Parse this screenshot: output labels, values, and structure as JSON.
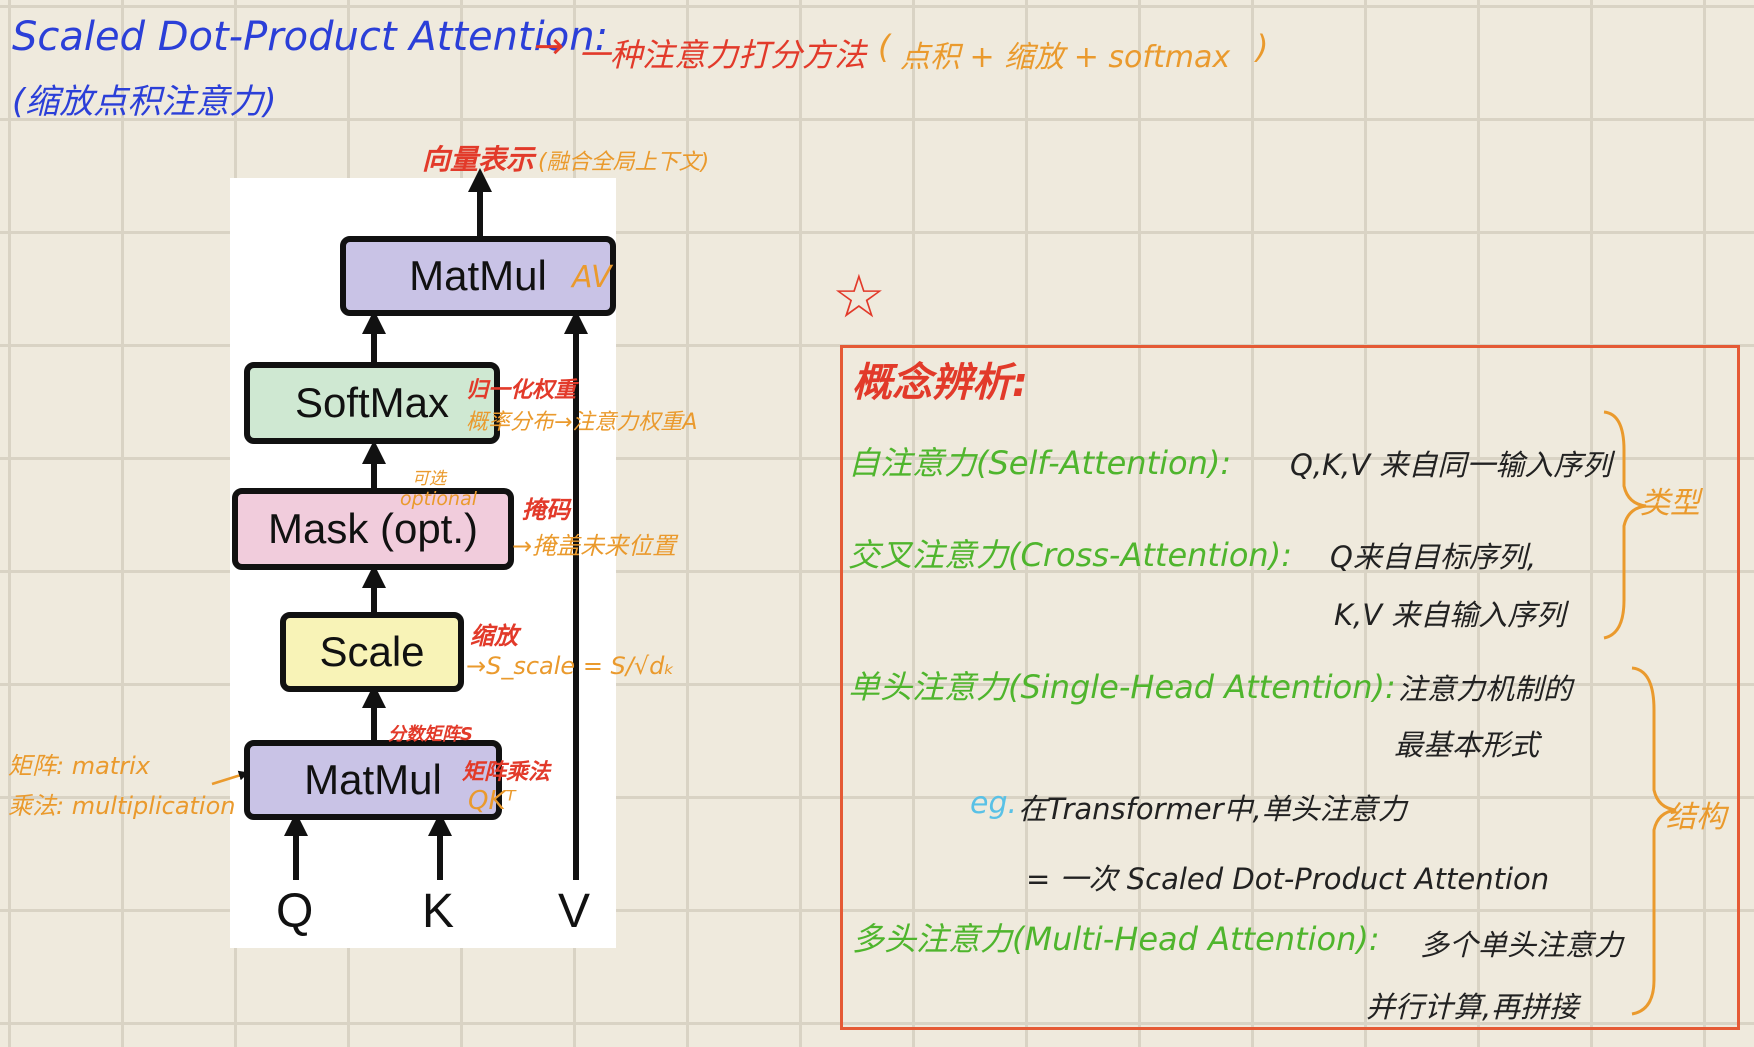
{
  "header": {
    "title": "Scaled Dot-Product Attention:",
    "arrow": "→",
    "definition": "一种注意力打分方法",
    "paren_open": "(",
    "components": "点积 + 缩放 + softmax",
    "paren_close": ")",
    "chinese_name": "(缩放点积注意力)"
  },
  "diagram": {
    "boxes": {
      "matmul_top": "MatMul",
      "softmax": "SoftMax",
      "mask": "Mask (opt.)",
      "scale": "Scale",
      "matmul_bottom": "MatMul"
    },
    "inputs": {
      "q": "Q",
      "k": "K",
      "v": "V"
    },
    "colors": {
      "matmul": "#c9c3e6",
      "softmax": "#cfe8d2",
      "mask": "#f1ccdc",
      "scale": "#f8f3b7",
      "arrow": "#111111"
    }
  },
  "annotations": {
    "output": "向量表示",
    "output_note": "(融合全局上下文)",
    "av": "AV",
    "softmax_red": "归一化权重",
    "softmax_orange": "概率分布→注意力权重A",
    "mask_optional_cn": "可选",
    "mask_optional_en": "optional",
    "mask_red": "掩码",
    "mask_orange": "→掩盖未来位置",
    "scale_red": "缩放",
    "scale_formula": "→S_scale = S/√dₖ",
    "scores_red": "分数矩阵S",
    "matmul_red": "矩阵乘法",
    "qkt": "QKᵀ",
    "matrix": "矩阵: matrix",
    "multiplication": "乘法: multiplication"
  },
  "concepts": {
    "star": "☆",
    "heading": "概念辨析:",
    "self_attention_label": "自注意力(Self-Attention):",
    "self_attention_desc": "Q,K,V 来自同一输入序列",
    "cross_attention_label": "交叉注意力(Cross-Attention):",
    "cross_attention_desc1": "Q来自目标序列,",
    "cross_attention_desc2": "K,V 来自输入序列",
    "type_label": "类型",
    "single_head_label": "单头注意力(Single-Head Attention):",
    "single_head_desc1": "注意力机制的",
    "single_head_desc2": "最基本形式",
    "eg": "eg.",
    "eg_text1": "在Transformer中,单头注意力",
    "eg_text2": "= 一次 Scaled Dot-Product Attention",
    "multi_head_label": "多头注意力(Multi-Head Attention):",
    "multi_head_desc1": "多个单头注意力",
    "multi_head_desc2": "并行计算,再拼接",
    "structure_label": "结构"
  }
}
